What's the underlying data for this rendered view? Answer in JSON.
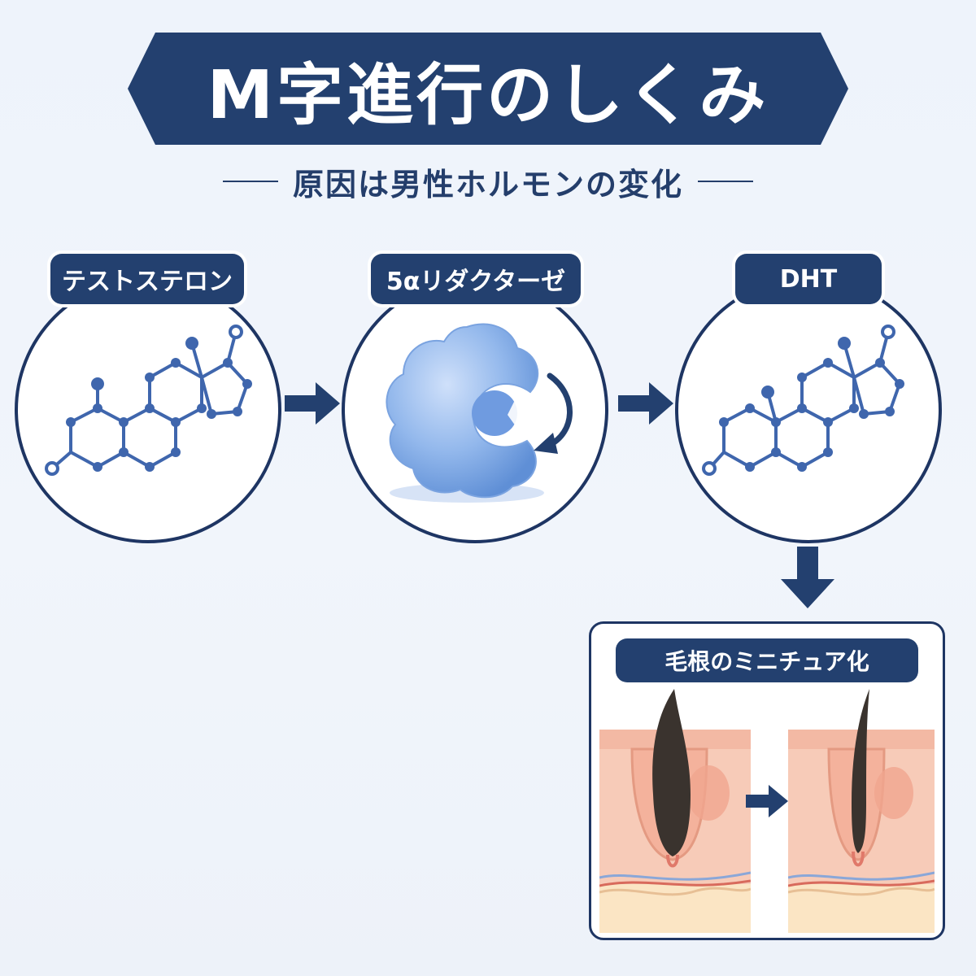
{
  "header": {
    "title": "M字進行のしくみ",
    "subtitle": "原因は男性ホルモンの変化"
  },
  "steps": [
    {
      "label": "テストステロン",
      "icon": "testosterone-molecule-icon"
    },
    {
      "label": "5αリダクターゼ",
      "icon": "enzyme-icon"
    },
    {
      "label": "DHT",
      "icon": "dht-molecule-icon"
    }
  ],
  "result": {
    "label": "毛根のミニチュア化"
  },
  "colors": {
    "navy": "#23406f",
    "enzyme_blue": "#8fb4ea",
    "skin": "#f6c7b4",
    "hair": "#3a332e"
  }
}
